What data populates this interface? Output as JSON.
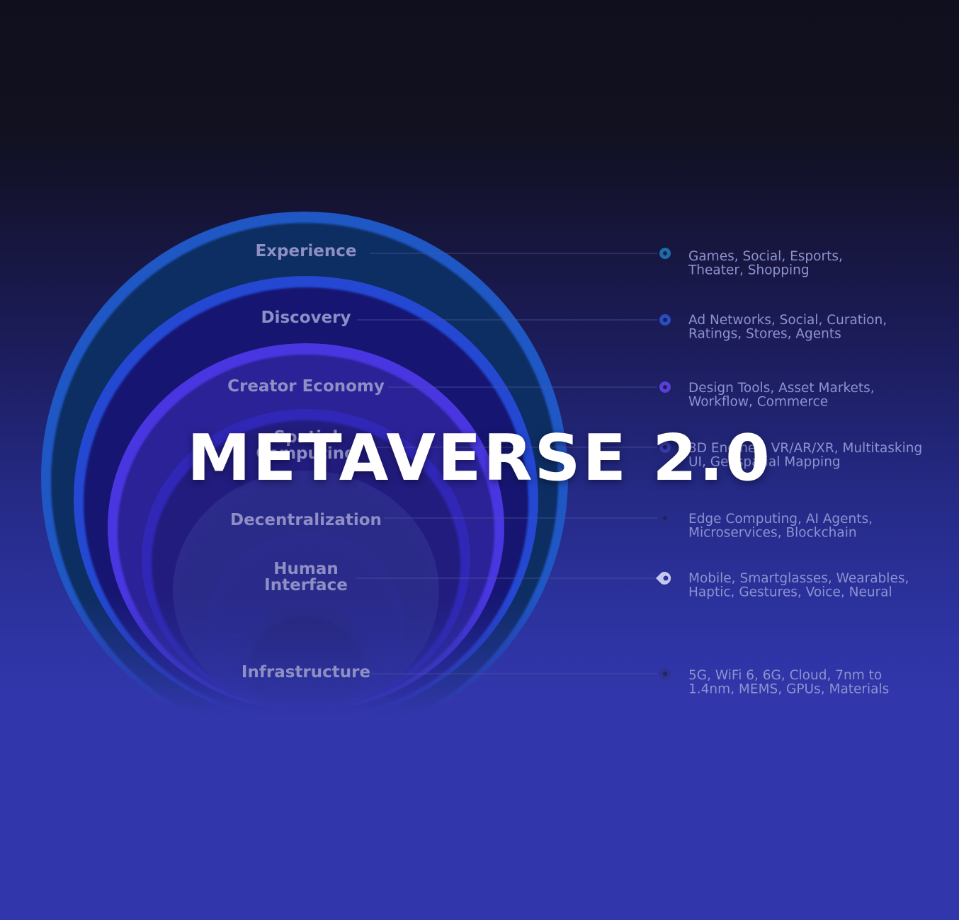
{
  "title": "METAVERSE 2.0",
  "layers": [
    {
      "name": "Experience",
      "desc": [
        "Games, Social, Esports,",
        "Theater, Shopping"
      ]
    },
    {
      "name": "Discovery",
      "desc": [
        "Ad Networks, Social, Curation,",
        "Ratings, Stores, Agents"
      ]
    },
    {
      "name": "Creator Economy",
      "desc": [
        "Design Tools, Asset Markets,",
        "Workflow, Commerce"
      ]
    },
    {
      "name": "Spatial Computing",
      "desc": [
        "3D Engines, VR/AR/XR, Multitasking",
        "UI, Geospatial Mapping"
      ]
    },
    {
      "name": "Decentralization",
      "desc": [
        "Edge Computing, AI Agents,",
        "Microservices, Blockchain"
      ]
    },
    {
      "name": "Human Interface",
      "desc": [
        "Mobile, Smartglasses, Wearables,",
        "Haptic, Gestures, Voice, Neural"
      ]
    },
    {
      "name": "Infrastructure",
      "desc": [
        "5G, WiFi 6, 6G, Cloud, 7nm to",
        "1.4nm, MEMS, GPUs, Materials"
      ]
    }
  ],
  "colors": {
    "background_top": "#0f0f1d",
    "background_bottom": "#3236ab",
    "ring_outer": "#1f57c4",
    "ring_purple": "#4a36e0",
    "text_muted": "#8e8fc4"
  }
}
